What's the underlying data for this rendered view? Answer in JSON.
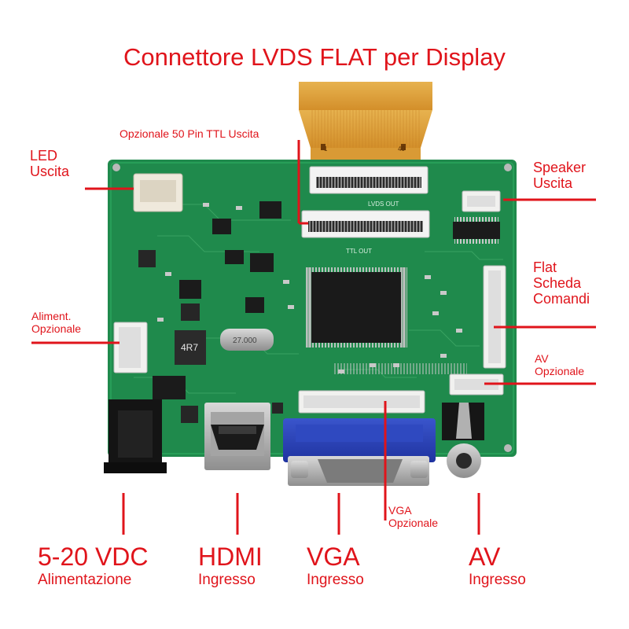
{
  "title": "Connettore LVDS FLAT per Display",
  "labels": {
    "ttl": "Opzionale 50 Pin TTL Uscita",
    "led": [
      "LED",
      "Uscita"
    ],
    "speaker": [
      "Speaker",
      "Uscita"
    ],
    "flat": [
      "Flat",
      "Scheda",
      "Comandi"
    ],
    "aliment": [
      "Aliment.",
      "Opzionale"
    ],
    "av_opt": [
      "AV",
      "Opzionale"
    ],
    "vga_opt": [
      "VGA",
      "Opzionale"
    ]
  },
  "bottom": [
    {
      "main": "5-20 VDC",
      "sub": "Alimentazione"
    },
    {
      "main": "HDMI",
      "sub": "Ingresso"
    },
    {
      "main": "VGA",
      "sub": "Ingresso"
    },
    {
      "main": "AV",
      "sub": "Ingresso"
    }
  ],
  "silkscreen": {
    "lvds": "LVDS OUT",
    "ttl": "TTL OUT",
    "inductor": "4R7",
    "crystal": "27.000",
    "pin1": "1",
    "pin40": "40"
  },
  "colors": {
    "label": "#e0141b",
    "pcb": "#1f8a4c",
    "flex": "#e0a23a",
    "vga": "#2a44b8"
  }
}
